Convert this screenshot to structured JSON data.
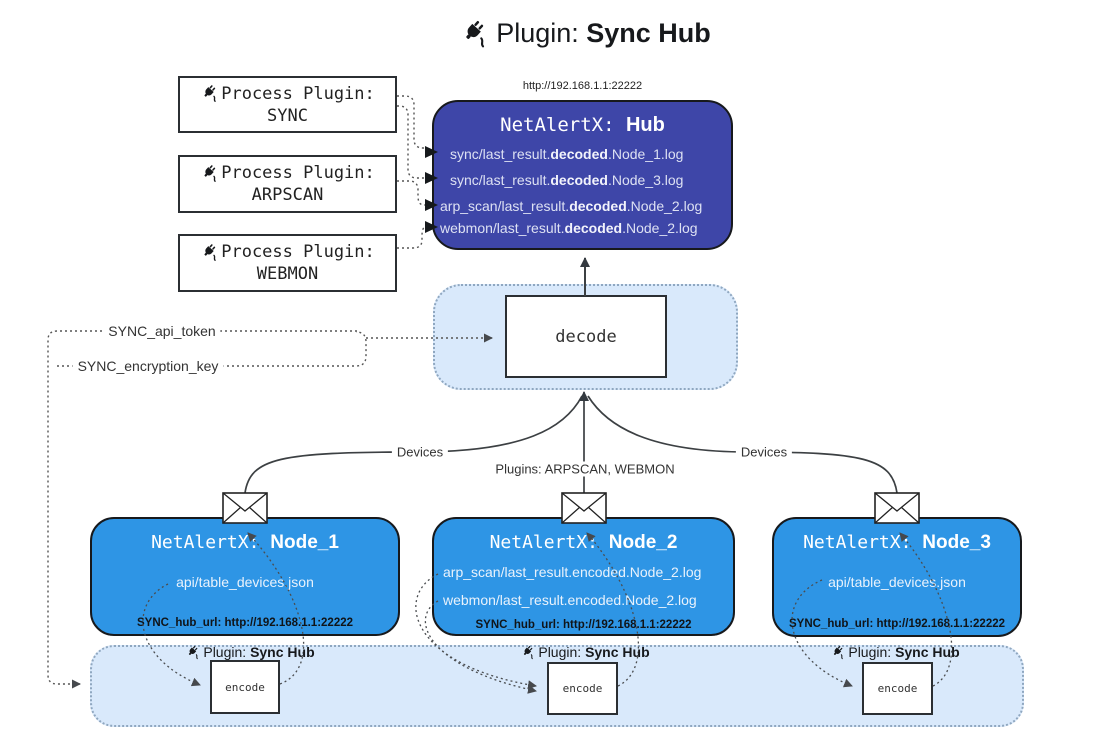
{
  "title": {
    "prefix": "Plugin: ",
    "bold": "Sync Hub"
  },
  "hub_url_label": "http://192.168.1.1:22222",
  "process_plugins": [
    {
      "label": "Process Plugin:",
      "name": "SYNC"
    },
    {
      "label": "Process Plugin:",
      "name": "ARPSCAN"
    },
    {
      "label": "Process Plugin:",
      "name": "WEBMON"
    }
  ],
  "hub": {
    "title_prefix": "NetAlertX: ",
    "title_bold": "Hub",
    "logs": [
      {
        "pre": "sync/last_result.",
        "bold": "decoded",
        "post": ".Node_1.log"
      },
      {
        "pre": "sync/last_result.",
        "bold": "decoded",
        "post": ".Node_3.log"
      },
      {
        "pre": "arp_scan/last_result.",
        "bold": "decoded",
        "post": ".Node_2.log"
      },
      {
        "pre": "webmon/last_result.",
        "bold": "decoded",
        "post": ".Node_2.log"
      }
    ]
  },
  "decode_label": "decode",
  "encode_label": "encode",
  "keys": {
    "api_token": "SYNC_api_token",
    "encryption_key": "SYNC_encryption_key"
  },
  "edge_labels": {
    "devices_left": "Devices",
    "devices_right": "Devices",
    "plugins": "Plugins: ARPSCAN, WEBMON"
  },
  "nodes": [
    {
      "title_prefix": "NetAlertX: ",
      "title_bold": "Node_1",
      "lines": [
        "api/table_devices.json"
      ],
      "hub_url": "SYNC_hub_url: http://192.168.1.1:22222"
    },
    {
      "title_prefix": "NetAlertX: ",
      "title_bold": "Node_2",
      "lines": [
        "arp_scan/last_result.encoded.Node_2.log",
        "webmon/last_result.encoded.Node_2.log"
      ],
      "hub_url": "SYNC_hub_url: http://192.168.1.1:22222"
    },
    {
      "title_prefix": "NetAlertX: ",
      "title_bold": "Node_3",
      "lines": [
        "api/table_devices.json"
      ],
      "hub_url": "SYNC_hub_url: http://192.168.1.1:22222"
    }
  ],
  "encode_sections": [
    {
      "prefix": "Plugin: ",
      "bold": "Sync Hub"
    },
    {
      "prefix": "Plugin: ",
      "bold": "Sync Hub"
    },
    {
      "prefix": "Plugin: ",
      "bold": "Sync Hub"
    }
  ],
  "colors": {
    "hub_fill": "#3E46A8",
    "node_fill": "#2E95E5",
    "panel_fill": "#D9E9FB",
    "panel_border": "#8FA7C0",
    "connector": "#555555",
    "solid_line": "#3C4043"
  }
}
